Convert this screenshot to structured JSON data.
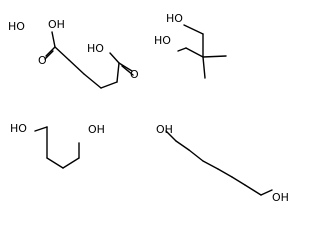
{
  "diagram": {
    "molecules": [
      {
        "id": "adipic-acid",
        "labels": {
          "oh_top": "OH",
          "ho_left": "HO",
          "o_left": "O",
          "o_right": "O"
        }
      },
      {
        "id": "neopentyl-glycol",
        "labels": {
          "ho_top": "HO",
          "ho_bottom": "HO"
        }
      },
      {
        "id": "butanediol",
        "labels": {
          "ho_left": "HO",
          "oh_right": "OH"
        }
      },
      {
        "id": "hexanediol",
        "labels": {
          "oh_top": "OH",
          "oh_bottom": "OH"
        }
      }
    ]
  }
}
